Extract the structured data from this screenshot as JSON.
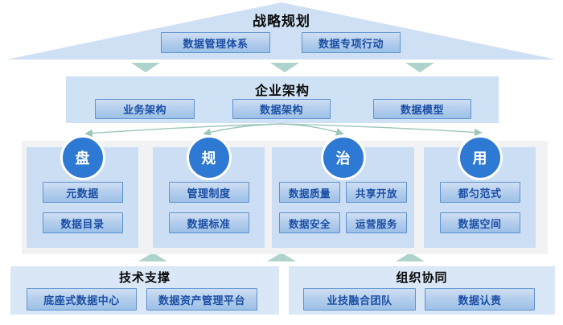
{
  "roof": {
    "title": "战略规划",
    "buttons": [
      "数据管理体系",
      "数据专项行动"
    ]
  },
  "architecture": {
    "title": "企业架构",
    "buttons": [
      "业务架构",
      "数据架构",
      "数据模型"
    ]
  },
  "pillars": [
    {
      "badge": "盘",
      "buttons": [
        "元数据",
        "数据目录"
      ]
    },
    {
      "badge": "规",
      "buttons": [
        "管理制度",
        "数据标准"
      ]
    },
    {
      "badge": "治",
      "buttons": [
        "数据质量",
        "共享开放",
        "数据安全",
        "运营服务"
      ]
    },
    {
      "badge": "用",
      "buttons": [
        "都匀范式",
        "数据空间"
      ]
    }
  ],
  "foundations": [
    {
      "title": "技术支撑",
      "buttons": [
        "底座式数据中心",
        "数据资产管理平台"
      ]
    },
    {
      "title": "组织协同",
      "buttons": [
        "业技融合团队",
        "数据认责"
      ]
    }
  ],
  "colors": {
    "roof_fill": "#cfe0f4",
    "architecture_band_fill": "#cfe1f5",
    "pillar_fill": "#cbdef3",
    "gray_panel_fill": "#f1f2f3",
    "foundation_fill": "#d9e7f6",
    "button_gradient_top": "#cfdff3",
    "button_gradient_bottom": "#9cc0e6",
    "button_border": "#5d93d1",
    "button_text": "#1b4fa5",
    "badge_circle_fill": "#2e79d3",
    "teal_arrow": "#aed3cc",
    "fanout_line": "#9cc6ba",
    "connector_line": "#8ca6c8",
    "title_text": "#0a0a0a"
  }
}
